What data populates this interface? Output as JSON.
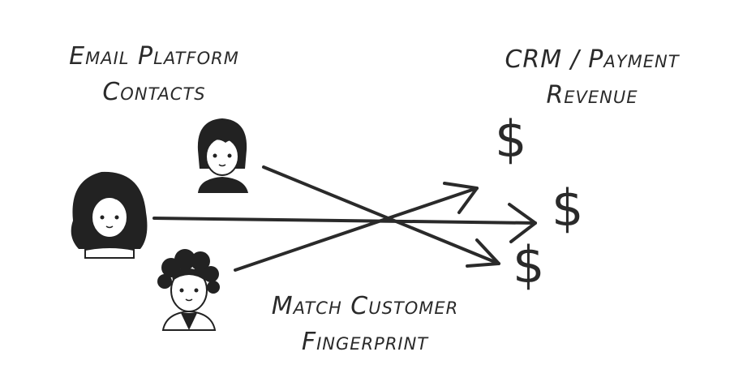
{
  "left_heading": {
    "line1": "Email Platform",
    "line2": "Contacts"
  },
  "right_heading": {
    "line1": "CRM / Payment",
    "line2": "Revenue"
  },
  "center_caption": {
    "line1": "Match Customer",
    "line2": "Fingerprint"
  },
  "contacts": [
    "person-short-hair",
    "person-wavy-hair",
    "person-curly-hair"
  ],
  "revenue_symbol": "$",
  "colors": {
    "ink": "#2a2a2a",
    "background": "#ffffff"
  }
}
